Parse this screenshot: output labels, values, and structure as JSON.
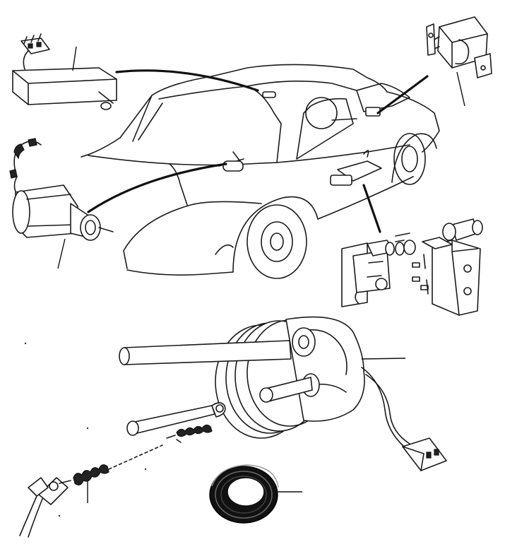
{
  "diagram": {
    "parts": [
      {
        "name": "control-unit"
      },
      {
        "name": "vacuum-actuator"
      },
      {
        "name": "relay"
      },
      {
        "name": "micro-switch-assembly"
      },
      {
        "name": "vacuum-servo"
      },
      {
        "name": "sealing-ring"
      },
      {
        "name": "throttle-linkage"
      }
    ]
  }
}
